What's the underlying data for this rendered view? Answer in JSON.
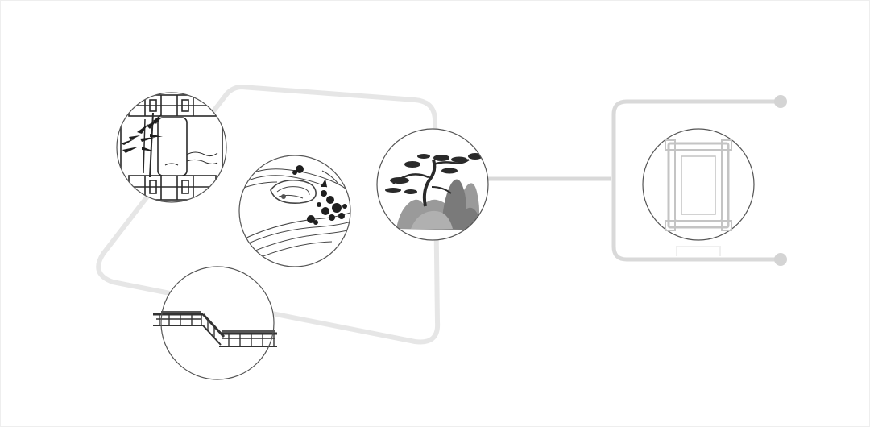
{
  "colors": {
    "background": "#ffffff",
    "frame": "#e6e6e6",
    "connector": "#d9d9d9",
    "circle_stroke": "#555555",
    "ink": "#2a2a2a",
    "rock": "#9a9a9a",
    "frame_icon": "#cfcfcf"
  },
  "diagram": {
    "nodes": [
      {
        "id": "lattice-window-bamboo",
        "icon": "lattice-window-bamboo-icon"
      },
      {
        "id": "pond-landscape",
        "icon": "pond-landscape-icon"
      },
      {
        "id": "pine-rockery",
        "icon": "pine-rockery-icon"
      },
      {
        "id": "covered-corridor",
        "icon": "covered-corridor-icon"
      },
      {
        "id": "window-frame",
        "icon": "window-frame-icon"
      }
    ]
  }
}
